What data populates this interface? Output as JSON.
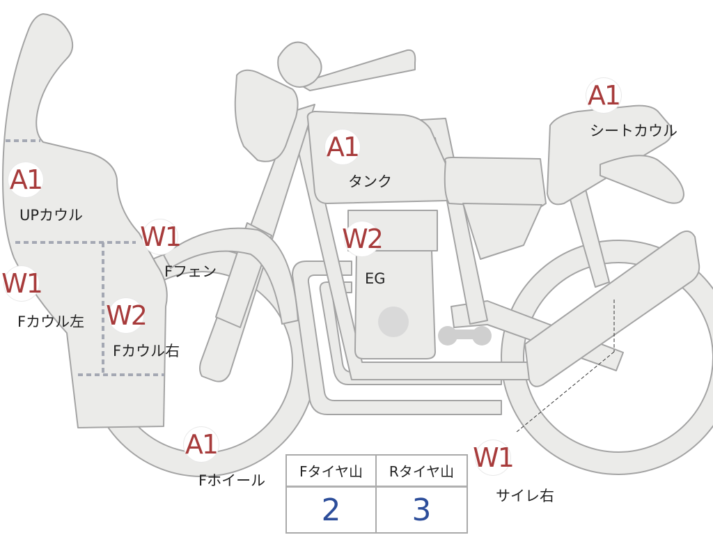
{
  "markers": [
    {
      "name": "up-cowl",
      "code": "A1",
      "label": "UPカウル"
    },
    {
      "name": "f-cowl-left",
      "code": "W1",
      "label": "Fカウル左"
    },
    {
      "name": "f-cowl-right",
      "code": "W2",
      "label": "Fカウル右"
    },
    {
      "name": "f-fender",
      "code": "W1",
      "label": "Fフェン"
    },
    {
      "name": "f-wheel",
      "code": "A1",
      "label": "Fホイール"
    },
    {
      "name": "tank",
      "code": "A1",
      "label": "タンク"
    },
    {
      "name": "engine",
      "code": "W2",
      "label": "EG"
    },
    {
      "name": "seat-cowl",
      "code": "A1",
      "label": "シートカウル"
    },
    {
      "name": "silencer-right",
      "code": "W1",
      "label": "サイレ右"
    }
  ],
  "tread_table": {
    "headers": [
      "Fタイヤ山",
      "Rタイヤ山"
    ],
    "values": [
      "2",
      "3"
    ]
  },
  "colors": {
    "part_fill": "#ebebe9",
    "part_outline": "#a3a3a3",
    "seam_dash": "#a4a8b3",
    "code_text": "#a73b3b",
    "value_text": "#2c4d9a"
  }
}
